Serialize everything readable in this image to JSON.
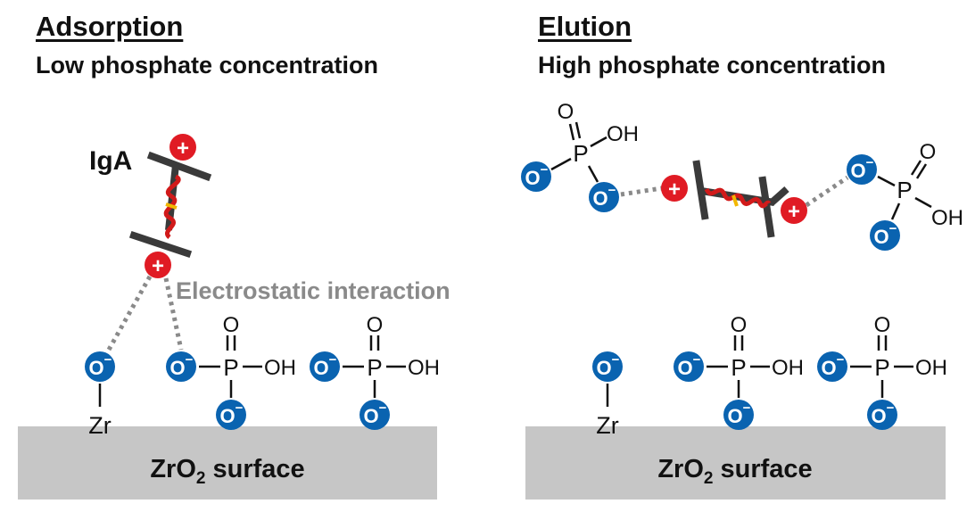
{
  "panels": {
    "adsorption": {
      "title": "Adsorption",
      "subtitle": "Low phosphate concentration",
      "protein_label": "IgA",
      "interaction_label": "Electrostatic interaction",
      "surface_label": "ZrO",
      "surface_subscript": "2",
      "surface_suffix": " surface"
    },
    "elution": {
      "title": "Elution",
      "subtitle": "High phosphate concentration",
      "surface_label": "ZrO",
      "surface_subscript": "2",
      "surface_suffix": " surface"
    }
  },
  "chem": {
    "oxide": "O",
    "minus": "−",
    "phosphorus": "P",
    "oxygen": "O",
    "hydroxyl": "OH",
    "zirconium": "Zr",
    "plus": "+"
  },
  "colors": {
    "anion_blue": "#0a63b0",
    "cation_red": "#e01b24",
    "surface_gray": "#c6c6c6",
    "dotted_gray": "#8a8a8a",
    "antibody_dark": "#3a3a3a",
    "helix_red": "#d11a1a",
    "helix_yellow": "#f2b700",
    "label_gray": "#8a8a8a"
  }
}
